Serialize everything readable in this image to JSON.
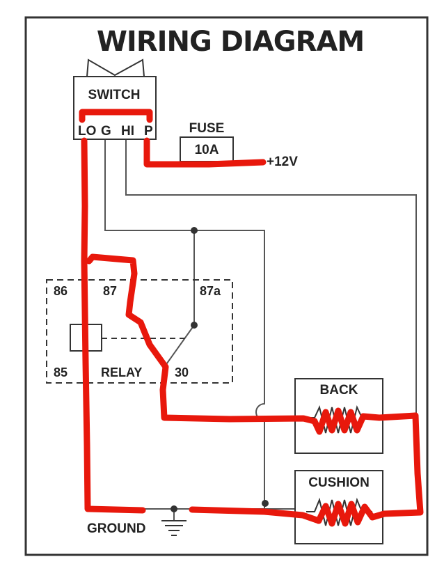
{
  "title": "WIRING DIAGRAM",
  "switch": {
    "label": "SWITCH",
    "terminals": {
      "lo": "LO",
      "g": "G",
      "hi": "HI",
      "p": "P"
    }
  },
  "fuse": {
    "label": "FUSE",
    "rating": "10A"
  },
  "power": {
    "label": "+12V"
  },
  "relay": {
    "label": "RELAY",
    "pins": {
      "p86": "86",
      "p87": "87",
      "p87a": "87a",
      "p85": "85",
      "p30": "30"
    }
  },
  "heaters": {
    "back": "BACK",
    "cushion": "CUSHION"
  },
  "ground": {
    "label": "GROUND"
  },
  "colors": {
    "wire": "#555555",
    "overlay": "#e8180c",
    "frame": "#333333"
  }
}
